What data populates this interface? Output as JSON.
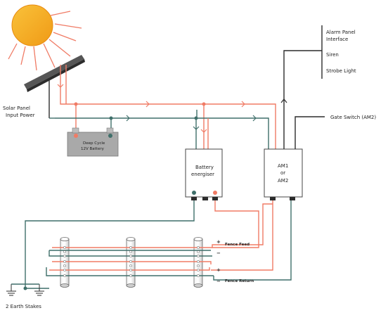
{
  "labels": {
    "solar_panel": [
      "Solar Panel",
      "Input Power"
    ],
    "battery": [
      "Deep Cycle",
      "12V  Battery"
    ],
    "energiser": [
      "Battery",
      "energiser"
    ],
    "controller": [
      "AM1",
      "or",
      "AM2"
    ],
    "alarm_panel": [
      "Alarm Panel",
      "Interface"
    ],
    "siren": "Siren",
    "strobe": "Strobe Light",
    "gate_switch": "Gate Switch (AM2)",
    "fence_feed": "Fence Feed",
    "fence_return": "Fence Return",
    "earth_stakes": "2 Earth Stakes",
    "plus": "+",
    "minus": "−"
  },
  "colors": {
    "positive_wire": "#f07b65",
    "negative_wire": "#3f6f6a",
    "signal_wire": "#2c2c2c",
    "sun_fill": "#f6a422",
    "sun_rays": "#f07b65",
    "battery_body": "#a9a9a9",
    "panel_fill": "#565656"
  }
}
